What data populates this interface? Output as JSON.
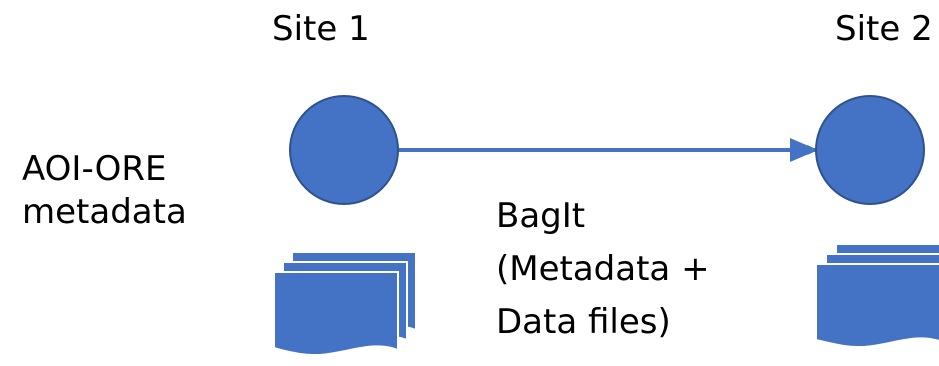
{
  "sites": {
    "site1": {
      "label": "Site 1"
    },
    "site2": {
      "label": "Site 2"
    }
  },
  "metadata_label": [
    "AOI-ORE",
    "metadata"
  ],
  "transfer_label": [
    "BagIt",
    "(Metadata +",
    "Data files)"
  ],
  "colors": {
    "node_fill": "#4472C4",
    "node_stroke": "#2F528F",
    "arrow": "#4472C4",
    "text": "#000000",
    "document_fill": "#4472C4",
    "document_stroke": "#2F528F"
  },
  "icons": {
    "site1_node": "circle-node-icon",
    "site2_node": "circle-node-icon",
    "site1_documents": "multi-document-icon",
    "site2_documents": "multi-document-icon"
  }
}
